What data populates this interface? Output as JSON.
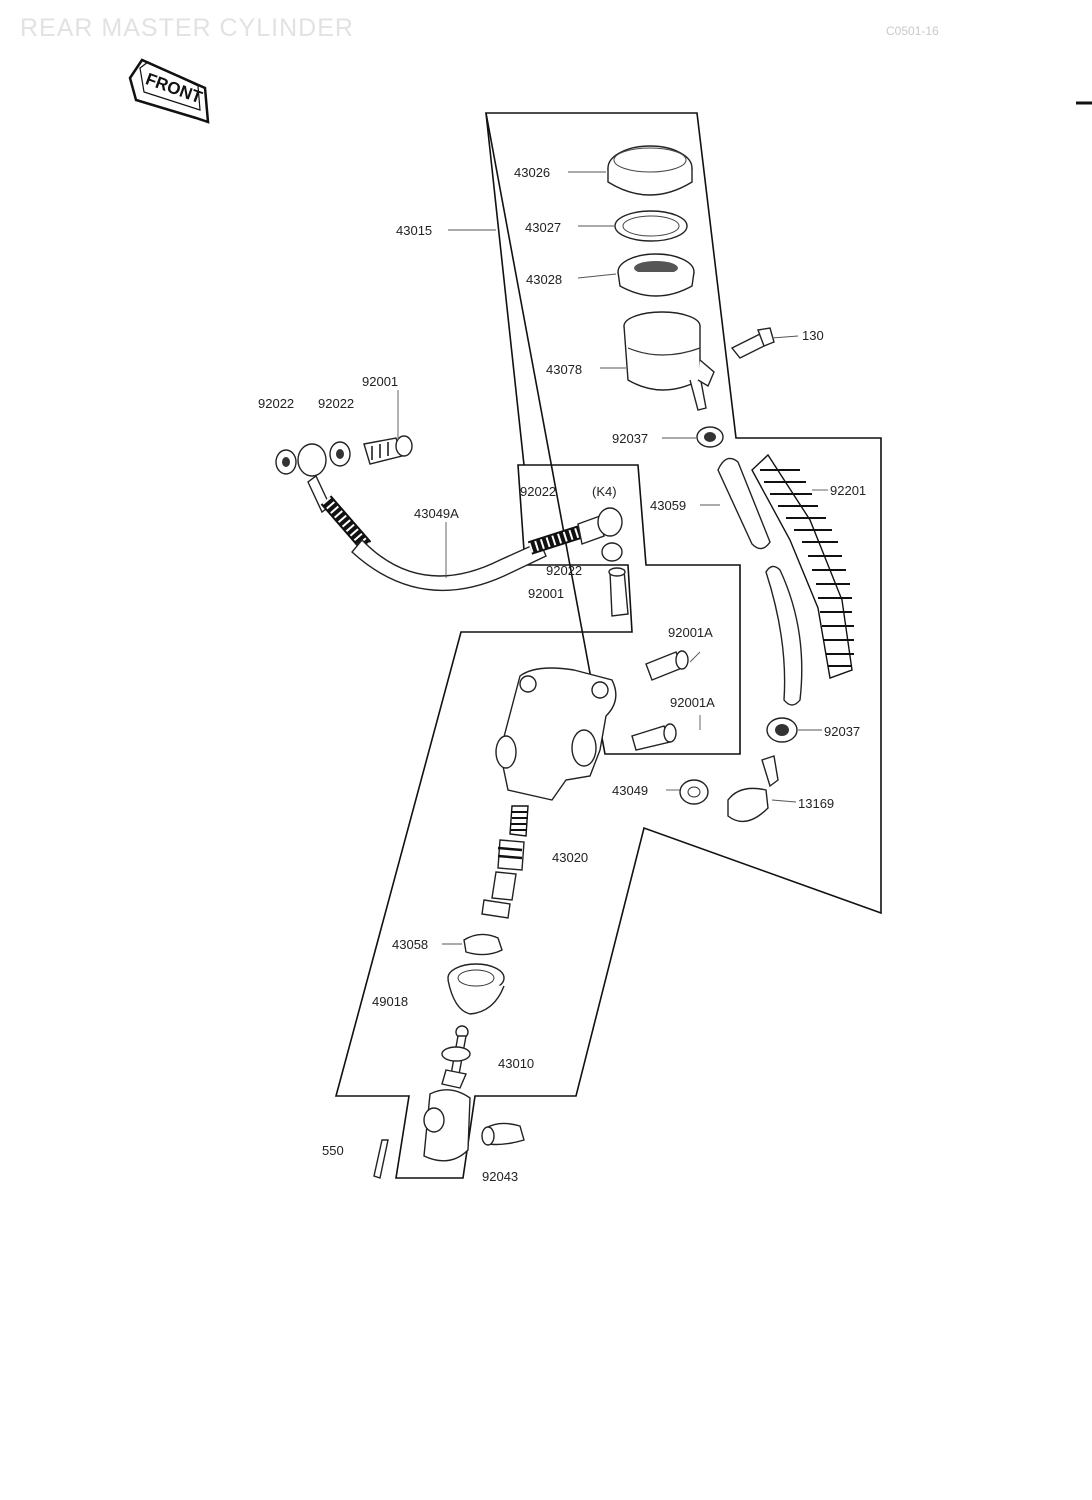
{
  "page": {
    "title": "REAR MASTER CYLINDER",
    "code": "C0501-16",
    "front_label": "FRONT"
  },
  "callouts": [
    {
      "id": "c-43026",
      "label": "43026"
    },
    {
      "id": "c-43015",
      "label": "43015"
    },
    {
      "id": "c-43027",
      "label": "43027"
    },
    {
      "id": "c-43028",
      "label": "43028"
    },
    {
      "id": "c-130",
      "label": "130"
    },
    {
      "id": "c-43078",
      "label": "43078"
    },
    {
      "id": "c-92001-top",
      "label": "92001"
    },
    {
      "id": "c-92022-a",
      "label": "92022"
    },
    {
      "id": "c-92022-b",
      "label": "92022"
    },
    {
      "id": "c-92037-top",
      "label": "92037"
    },
    {
      "id": "c-92022-c",
      "label": "92022"
    },
    {
      "id": "c-k4",
      "label": "(K4)"
    },
    {
      "id": "c-43059",
      "label": "43059"
    },
    {
      "id": "c-92201",
      "label": "92201"
    },
    {
      "id": "c-43049a",
      "label": "43049A"
    },
    {
      "id": "c-92022-d",
      "label": "92022"
    },
    {
      "id": "c-92001-mid",
      "label": "92001"
    },
    {
      "id": "c-92001a-1",
      "label": "92001A"
    },
    {
      "id": "c-92001a-2",
      "label": "92001A"
    },
    {
      "id": "c-92037-bot",
      "label": "92037"
    },
    {
      "id": "c-43049",
      "label": "43049"
    },
    {
      "id": "c-13169",
      "label": "13169"
    },
    {
      "id": "c-43020",
      "label": "43020"
    },
    {
      "id": "c-43058",
      "label": "43058"
    },
    {
      "id": "c-49018",
      "label": "49018"
    },
    {
      "id": "c-43010",
      "label": "43010"
    },
    {
      "id": "c-550",
      "label": "550"
    },
    {
      "id": "c-92043",
      "label": "92043"
    }
  ]
}
